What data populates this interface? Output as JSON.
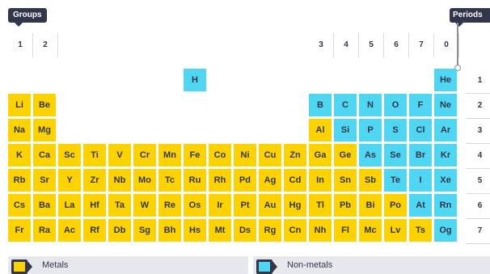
{
  "labels": {
    "groups": "Groups",
    "periods": "Periods"
  },
  "group_headers": [
    {
      "label": "1",
      "col": 0
    },
    {
      "label": "2",
      "col": 1
    },
    {
      "label": "3",
      "col": 12
    },
    {
      "label": "4",
      "col": 13
    },
    {
      "label": "5",
      "col": 14
    },
    {
      "label": "6",
      "col": 15
    },
    {
      "label": "7",
      "col": 16
    },
    {
      "label": "0",
      "col": 17
    }
  ],
  "periods": [
    "1",
    "2",
    "3",
    "4",
    "5",
    "6",
    "7"
  ],
  "elements": [
    {
      "symbol": "H",
      "row": 0,
      "col": 7,
      "type": "nonmetal"
    },
    {
      "symbol": "He",
      "row": 0,
      "col": 17,
      "type": "nonmetal"
    },
    {
      "symbol": "Li",
      "row": 1,
      "col": 0,
      "type": "metal"
    },
    {
      "symbol": "Be",
      "row": 1,
      "col": 1,
      "type": "metal"
    },
    {
      "symbol": "B",
      "row": 1,
      "col": 12,
      "type": "nonmetal"
    },
    {
      "symbol": "C",
      "row": 1,
      "col": 13,
      "type": "nonmetal"
    },
    {
      "symbol": "N",
      "row": 1,
      "col": 14,
      "type": "nonmetal"
    },
    {
      "symbol": "O",
      "row": 1,
      "col": 15,
      "type": "nonmetal"
    },
    {
      "symbol": "F",
      "row": 1,
      "col": 16,
      "type": "nonmetal"
    },
    {
      "symbol": "Ne",
      "row": 1,
      "col": 17,
      "type": "nonmetal"
    },
    {
      "symbol": "Na",
      "row": 2,
      "col": 0,
      "type": "metal"
    },
    {
      "symbol": "Mg",
      "row": 2,
      "col": 1,
      "type": "metal"
    },
    {
      "symbol": "Al",
      "row": 2,
      "col": 12,
      "type": "metal"
    },
    {
      "symbol": "Si",
      "row": 2,
      "col": 13,
      "type": "nonmetal"
    },
    {
      "symbol": "P",
      "row": 2,
      "col": 14,
      "type": "nonmetal"
    },
    {
      "symbol": "S",
      "row": 2,
      "col": 15,
      "type": "nonmetal"
    },
    {
      "symbol": "Cl",
      "row": 2,
      "col": 16,
      "type": "nonmetal"
    },
    {
      "symbol": "Ar",
      "row": 2,
      "col": 17,
      "type": "nonmetal"
    },
    {
      "symbol": "K",
      "row": 3,
      "col": 0,
      "type": "metal"
    },
    {
      "symbol": "Ca",
      "row": 3,
      "col": 1,
      "type": "metal"
    },
    {
      "symbol": "Sc",
      "row": 3,
      "col": 2,
      "type": "metal"
    },
    {
      "symbol": "Ti",
      "row": 3,
      "col": 3,
      "type": "metal"
    },
    {
      "symbol": "V",
      "row": 3,
      "col": 4,
      "type": "metal"
    },
    {
      "symbol": "Cr",
      "row": 3,
      "col": 5,
      "type": "metal"
    },
    {
      "symbol": "Mn",
      "row": 3,
      "col": 6,
      "type": "metal"
    },
    {
      "symbol": "Fe",
      "row": 3,
      "col": 7,
      "type": "metal"
    },
    {
      "symbol": "Co",
      "row": 3,
      "col": 8,
      "type": "metal"
    },
    {
      "symbol": "Ni",
      "row": 3,
      "col": 9,
      "type": "metal"
    },
    {
      "symbol": "Cu",
      "row": 3,
      "col": 10,
      "type": "metal"
    },
    {
      "symbol": "Zn",
      "row": 3,
      "col": 11,
      "type": "metal"
    },
    {
      "symbol": "Ga",
      "row": 3,
      "col": 12,
      "type": "metal"
    },
    {
      "symbol": "Ge",
      "row": 3,
      "col": 13,
      "type": "metal"
    },
    {
      "symbol": "As",
      "row": 3,
      "col": 14,
      "type": "nonmetal"
    },
    {
      "symbol": "Se",
      "row": 3,
      "col": 15,
      "type": "nonmetal"
    },
    {
      "symbol": "Br",
      "row": 3,
      "col": 16,
      "type": "nonmetal"
    },
    {
      "symbol": "Kr",
      "row": 3,
      "col": 17,
      "type": "nonmetal"
    },
    {
      "symbol": "Rb",
      "row": 4,
      "col": 0,
      "type": "metal"
    },
    {
      "symbol": "Sr",
      "row": 4,
      "col": 1,
      "type": "metal"
    },
    {
      "symbol": "Y",
      "row": 4,
      "col": 2,
      "type": "metal"
    },
    {
      "symbol": "Zr",
      "row": 4,
      "col": 3,
      "type": "metal"
    },
    {
      "symbol": "Nb",
      "row": 4,
      "col": 4,
      "type": "metal"
    },
    {
      "symbol": "Mo",
      "row": 4,
      "col": 5,
      "type": "metal"
    },
    {
      "symbol": "Tc",
      "row": 4,
      "col": 6,
      "type": "metal"
    },
    {
      "symbol": "Ru",
      "row": 4,
      "col": 7,
      "type": "metal"
    },
    {
      "symbol": "Rh",
      "row": 4,
      "col": 8,
      "type": "metal"
    },
    {
      "symbol": "Pd",
      "row": 4,
      "col": 9,
      "type": "metal"
    },
    {
      "symbol": "Ag",
      "row": 4,
      "col": 10,
      "type": "metal"
    },
    {
      "symbol": "Cd",
      "row": 4,
      "col": 11,
      "type": "metal"
    },
    {
      "symbol": "In",
      "row": 4,
      "col": 12,
      "type": "metal"
    },
    {
      "symbol": "Sn",
      "row": 4,
      "col": 13,
      "type": "metal"
    },
    {
      "symbol": "Sb",
      "row": 4,
      "col": 14,
      "type": "metal"
    },
    {
      "symbol": "Te",
      "row": 4,
      "col": 15,
      "type": "nonmetal"
    },
    {
      "symbol": "I",
      "row": 4,
      "col": 16,
      "type": "nonmetal"
    },
    {
      "symbol": "Xe",
      "row": 4,
      "col": 17,
      "type": "nonmetal"
    },
    {
      "symbol": "Cs",
      "row": 5,
      "col": 0,
      "type": "metal"
    },
    {
      "symbol": "Ba",
      "row": 5,
      "col": 1,
      "type": "metal"
    },
    {
      "symbol": "La",
      "row": 5,
      "col": 2,
      "type": "metal"
    },
    {
      "symbol": "Hf",
      "row": 5,
      "col": 3,
      "type": "metal"
    },
    {
      "symbol": "Ta",
      "row": 5,
      "col": 4,
      "type": "metal"
    },
    {
      "symbol": "W",
      "row": 5,
      "col": 5,
      "type": "metal"
    },
    {
      "symbol": "Re",
      "row": 5,
      "col": 6,
      "type": "metal"
    },
    {
      "symbol": "Os",
      "row": 5,
      "col": 7,
      "type": "metal"
    },
    {
      "symbol": "Ir",
      "row": 5,
      "col": 8,
      "type": "metal"
    },
    {
      "symbol": "Pt",
      "row": 5,
      "col": 9,
      "type": "metal"
    },
    {
      "symbol": "Au",
      "row": 5,
      "col": 10,
      "type": "metal"
    },
    {
      "symbol": "Hg",
      "row": 5,
      "col": 11,
      "type": "metal"
    },
    {
      "symbol": "Tl",
      "row": 5,
      "col": 12,
      "type": "metal"
    },
    {
      "symbol": "Pb",
      "row": 5,
      "col": 13,
      "type": "metal"
    },
    {
      "symbol": "Bi",
      "row": 5,
      "col": 14,
      "type": "metal"
    },
    {
      "symbol": "Po",
      "row": 5,
      "col": 15,
      "type": "metal"
    },
    {
      "symbol": "At",
      "row": 5,
      "col": 16,
      "type": "nonmetal"
    },
    {
      "symbol": "Rn",
      "row": 5,
      "col": 17,
      "type": "nonmetal"
    },
    {
      "symbol": "Fr",
      "row": 6,
      "col": 0,
      "type": "metal"
    },
    {
      "symbol": "Ra",
      "row": 6,
      "col": 1,
      "type": "metal"
    },
    {
      "symbol": "Ac",
      "row": 6,
      "col": 2,
      "type": "metal"
    },
    {
      "symbol": "Rf",
      "row": 6,
      "col": 3,
      "type": "metal"
    },
    {
      "symbol": "Db",
      "row": 6,
      "col": 4,
      "type": "metal"
    },
    {
      "symbol": "Sg",
      "row": 6,
      "col": 5,
      "type": "metal"
    },
    {
      "symbol": "Bh",
      "row": 6,
      "col": 6,
      "type": "metal"
    },
    {
      "symbol": "Hs",
      "row": 6,
      "col": 7,
      "type": "metal"
    },
    {
      "symbol": "Mt",
      "row": 6,
      "col": 8,
      "type": "metal"
    },
    {
      "symbol": "Ds",
      "row": 6,
      "col": 9,
      "type": "metal"
    },
    {
      "symbol": "Rg",
      "row": 6,
      "col": 10,
      "type": "metal"
    },
    {
      "symbol": "Cn",
      "row": 6,
      "col": 11,
      "type": "metal"
    },
    {
      "symbol": "Nh",
      "row": 6,
      "col": 12,
      "type": "metal"
    },
    {
      "symbol": "Fl",
      "row": 6,
      "col": 13,
      "type": "metal"
    },
    {
      "symbol": "Mc",
      "row": 6,
      "col": 14,
      "type": "metal"
    },
    {
      "symbol": "Lv",
      "row": 6,
      "col": 15,
      "type": "metal"
    },
    {
      "symbol": "Ts",
      "row": 6,
      "col": 16,
      "type": "metal"
    },
    {
      "symbol": "Og",
      "row": 6,
      "col": 17,
      "type": "nonmetal"
    }
  ],
  "legend": {
    "metals": "Metals",
    "nonmetals": "Non-metals"
  },
  "colors": {
    "metal": "#fcd200",
    "nonmetal": "#4fd6f2",
    "dark": "#33364a"
  }
}
